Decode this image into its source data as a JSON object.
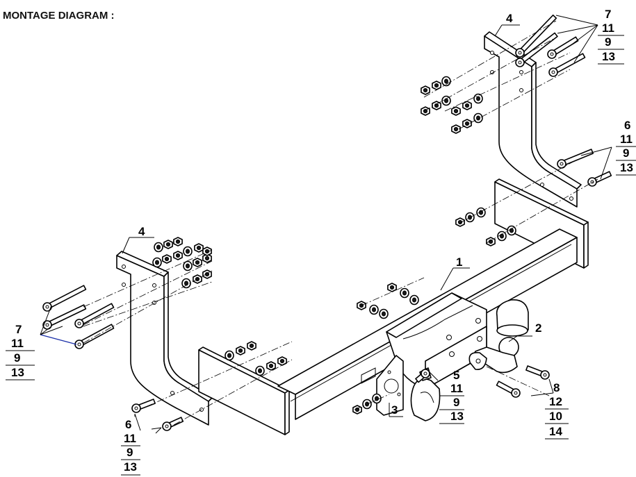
{
  "title": "MONTAGE DIAGRAM :",
  "callouts": {
    "c1": "1",
    "c2": "2",
    "c3": "3",
    "c4_left": "4",
    "c4_right": "4",
    "c5": [
      "5",
      "11",
      "9",
      "13"
    ],
    "c6_left": [
      "6",
      "11",
      "9",
      "13"
    ],
    "c6_right": [
      "6",
      "11",
      "9",
      "13"
    ],
    "c7_left": [
      "7",
      "11",
      "9",
      "13"
    ],
    "c7_right": [
      "7",
      "11",
      "9",
      "13"
    ],
    "c8": [
      "8",
      "12",
      "10",
      "14"
    ]
  }
}
